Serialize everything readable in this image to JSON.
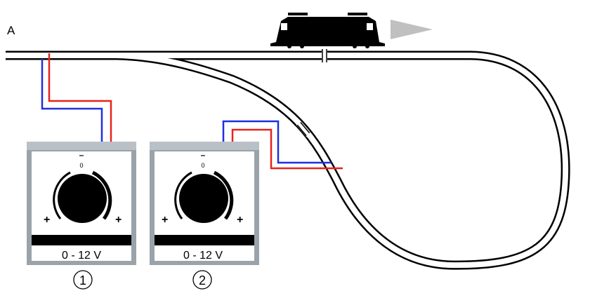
{
  "diagram": {
    "section_label": "A",
    "controllers": [
      {
        "number": "1",
        "range_label": "0 - 12 V",
        "zero_mark": "0",
        "minus_mark": "–",
        "plus_left": "+",
        "plus_right": "+"
      },
      {
        "number": "2",
        "range_label": "0 - 12 V",
        "zero_mark": "0",
        "minus_mark": "–",
        "plus_left": "+",
        "plus_right": "+"
      }
    ],
    "colors": {
      "positive_wire": "#e8221c",
      "negative_wire": "#1f2fe0",
      "direction_arrow": "#c0c0c0",
      "controller_frame": "#9aa3aa"
    }
  }
}
